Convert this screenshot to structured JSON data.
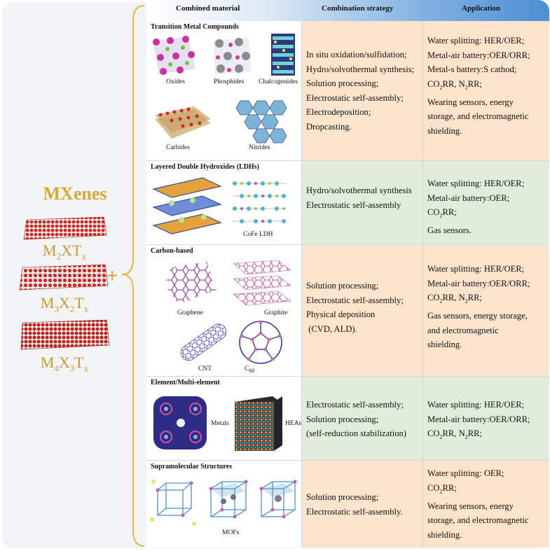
{
  "header": {
    "col1": "Combined material",
    "col2": "Combination strategy",
    "col3": "Application"
  },
  "left": {
    "title": "MXenes",
    "formulas": [
      {
        "a": "M",
        "s1": "2",
        "b": "XT",
        "s2": "x"
      },
      {
        "a": "M",
        "s1": "3",
        "b": "X",
        "s2": "2",
        "c": "T",
        "s3": "x"
      },
      {
        "a": "M",
        "s1": "4",
        "b": "X",
        "s2": "3",
        "c": "T",
        "s3": "x"
      }
    ],
    "plus": "+"
  },
  "rows": [
    {
      "category": "Transition Metal  Compounds",
      "labels": {
        "oxides": "Oxides",
        "phosphides": "Phosphides",
        "chalcogenides": "Chalcogenides",
        "carbides": "Carbides",
        "nitrides": "Nitrides"
      },
      "strategy": [
        "In situ oxidation/sulfidation;",
        "Hydro/solvothermal synthesis;",
        "Solution processing;",
        "Electrostatic self-assembly;",
        "Electrodeposition;",
        "Dropcasting."
      ],
      "application": [
        "Water splitting: HER/OER;",
        "Metal-air battery:OER/ORR;",
        "Metal-s battery:S cathod;",
        "CO2RR, N2RR;",
        "Wearing sensors, energy",
        "storage, and electromagnetic",
        "shielding."
      ]
    },
    {
      "category": "Layered Double Hydroxides (LDHs)",
      "labels": {
        "cofe": "CoFe LDH"
      },
      "strategy": [
        "Hydro/solvothermal synthesis",
        "Electrostatic self-assembly"
      ],
      "application": [
        "Water splitting: HER/OER;",
        "Metal-air battery:OER;",
        "CO2RR;",
        "Gas sensors."
      ]
    },
    {
      "category": "Carbon-based",
      "labels": {
        "graphene": "Graphene",
        "graphite": "Graphite",
        "cnt": "CNT",
        "c60": "C60"
      },
      "strategy": [
        "Solution processing;",
        "Electrostatic self-assembly;",
        "Physical deposition",
        " (CVD, ALD)."
      ],
      "application": [
        "Water splitting: HER/OER;",
        "Metal-air battery:OER/ORR;",
        "CO2RR, N2RR;",
        "Gas sensors, energy storage,",
        "and electromagnetic",
        "shielding."
      ]
    },
    {
      "category": "Element/Multi-element",
      "labels": {
        "metals": "Metals",
        "heas": "HEAs"
      },
      "strategy": [
        "Electrostatic self-assembly;",
        "Solution processing;",
        "(self-reduction stabilization)"
      ],
      "application": [
        "Water splitting: HER/OER;",
        "Metal-air battery:OER/ORR;",
        "CO2RR, N2RR;"
      ]
    },
    {
      "category": "Supramolecular Structures",
      "labels": {
        "mofs": "MOFs"
      },
      "strategy": [
        "Solution processing;",
        "Electrostatic self-assembly."
      ],
      "application": [
        "Water splitting: OER;",
        "CO2RR;",
        "Wearing sensors, energy",
        "storage, and electromagnetic",
        "shielding."
      ]
    }
  ]
}
